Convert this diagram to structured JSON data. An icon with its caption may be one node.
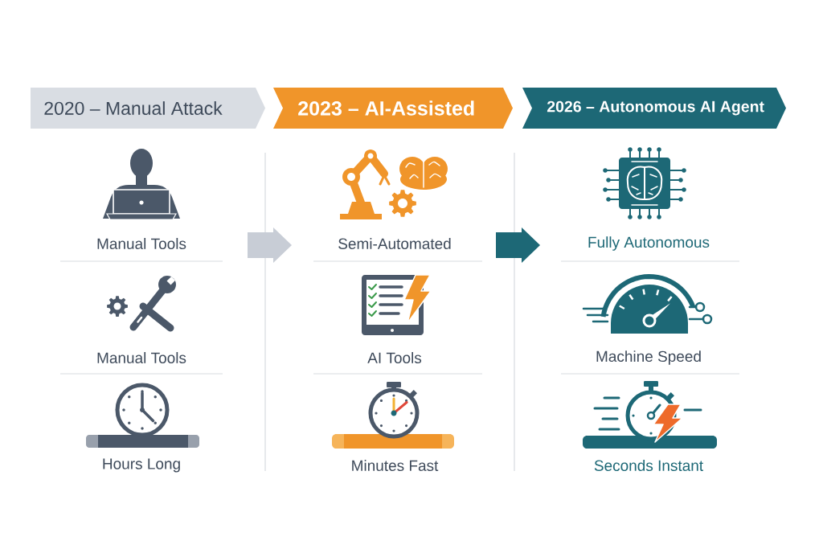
{
  "diagram": {
    "nodes": [
      {
        "text": [
          "2020 – Manual Attack"
        ]
      },
      {
        "text": [
          "2023 – AI-Assisted"
        ]
      },
      {
        "text": [
          "2026 – Autonomous AI Agent"
        ]
      },
      {
        "text": [
          "Manual Tools"
        ]
      },
      {
        "text": [
          "Semi-Automated"
        ]
      },
      {
        "text": [
          "Fully Autonomous"
        ]
      },
      {
        "text": [
          "Manual Tools"
        ]
      },
      {
        "text": [
          "AI Tools"
        ]
      },
      {
        "text": [
          "Machine Speed"
        ]
      },
      {
        "text": [
          "Hours Long"
        ]
      },
      {
        "text": [
          "Minutes Fast"
        ]
      },
      {
        "text": [
          "Seconds Instant"
        ]
      }
    ]
  }
}
